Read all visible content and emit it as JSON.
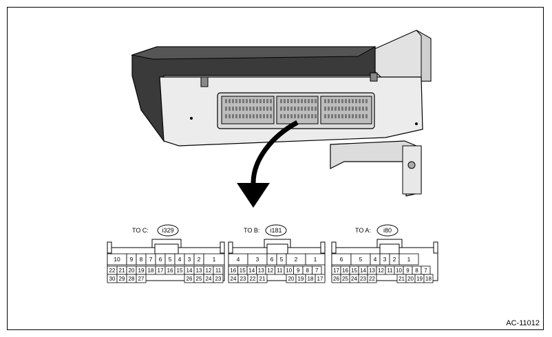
{
  "figure_code": "AC-11012",
  "connectors": [
    {
      "id": "c",
      "label": "TO C:",
      "code": "i329",
      "top_row": [
        "10",
        "9",
        "8",
        "7",
        "6",
        "5",
        "4",
        "3",
        "2",
        "1"
      ],
      "mid_row": [
        "22",
        "21",
        "20",
        "19",
        "18",
        "17",
        "16",
        "15",
        "14",
        "13",
        "12",
        "11"
      ],
      "bot_left": [
        "30",
        "29",
        "28",
        "27"
      ],
      "bot_right": [
        "26",
        "25",
        "24",
        "23"
      ]
    },
    {
      "id": "b",
      "label": "TO  B:",
      "code": "i181",
      "top_row": [
        "4",
        "3",
        "6",
        "5",
        "2",
        "1"
      ],
      "mid_row": [
        "16",
        "15",
        "14",
        "13",
        "12",
        "11",
        "10",
        "9",
        "8",
        "7"
      ],
      "bot_left": [
        "24",
        "23",
        "22",
        "21"
      ],
      "bot_right": [
        "20",
        "19",
        "18",
        "17"
      ]
    },
    {
      "id": "a",
      "label": "TO  A:",
      "code": "i80",
      "top_row": [
        "6",
        "5",
        "4",
        "3",
        "2",
        "1"
      ],
      "mid_row": [
        "17",
        "16",
        "15",
        "14",
        "13",
        "12",
        "11",
        "10",
        "9",
        "8",
        "7"
      ],
      "bot_left": [
        "26",
        "25",
        "24",
        "23",
        "22"
      ],
      "bot_right": [
        "21",
        "20",
        "19",
        "18"
      ]
    }
  ]
}
